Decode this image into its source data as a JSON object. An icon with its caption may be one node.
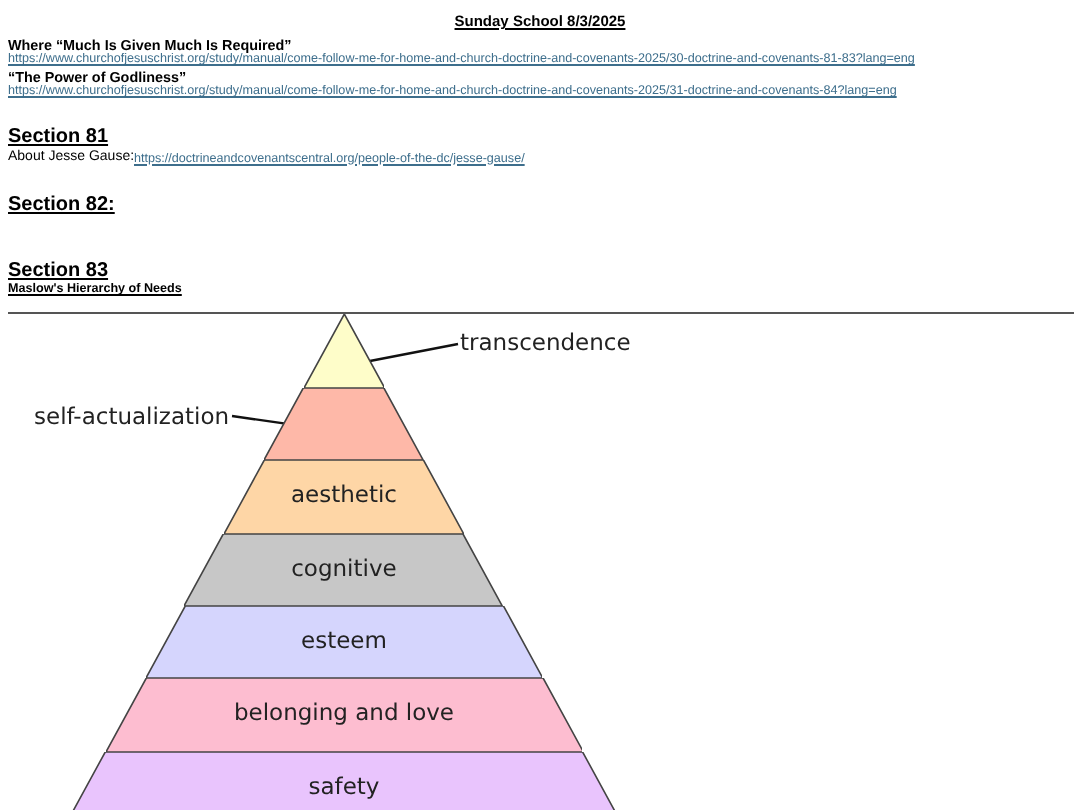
{
  "diagram": {
    "title": "Sunday School 8/3/2025",
    "nodes": [
      {
        "text": [
          "transcendence"
        ]
      },
      {
        "text": [],
        "shape": "triangle"
      },
      {
        "text": [
          "self-actualization"
        ]
      },
      {
        "text": [],
        "shape": "trapezoid"
      },
      {
        "text": [
          "aesthetic"
        ]
      },
      {
        "text": [
          "cognitive"
        ]
      },
      {
        "text": [
          "esteem"
        ]
      },
      {
        "text": [
          "belonging and love"
        ]
      },
      {
        "text": [
          "safety"
        ]
      }
    ],
    "edges": [
      {
        "from": 0,
        "to": 1,
        "arrow": "none"
      },
      {
        "from": 2,
        "to": 3,
        "arrow": "none"
      }
    ],
    "labels": [
      "Where “Much Is Given Much Is Required”",
      "https://www.churchofjesuschrist.org/study/manual/come-follow-me-for-home-and-church-doctrine-and-covenants-2025/30-doctrine-and-covenants-81-83?lang=eng",
      "“The Power of Godliness”",
      "https://www.churchofjesuschrist.org/study/manual/come-follow-me-for-home-and-church-doctrine-and-covenants-2025/31-doctrine-and-covenants-84?lang=eng",
      "Section 81",
      "About Jesse Gause:",
      "https://doctrineandcovenantscentral.org/people-of-the-dc/jesse-gause/",
      "Section 82:",
      "Section 83",
      "Maslow's Hierarchy of Needs"
    ]
  }
}
